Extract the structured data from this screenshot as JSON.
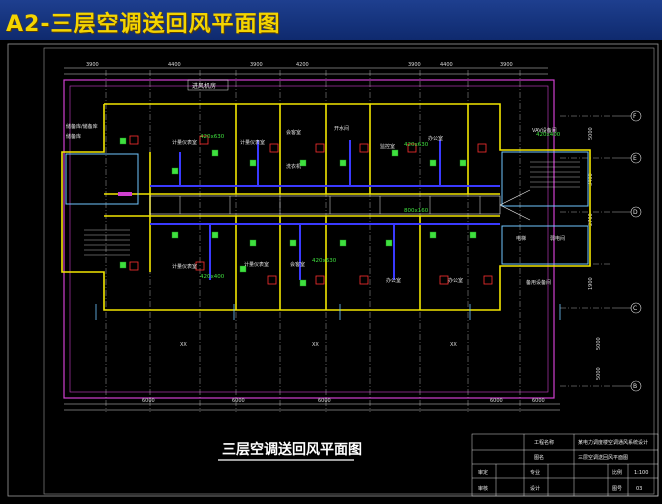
{
  "header": {
    "title": "A2-三层空调送回风平面图"
  },
  "drawing": {
    "caption": "三层空调送回风平面图",
    "room_labels": {
      "top_room": "进风机房",
      "left_1": "储备库/储备库",
      "left_2": "储备库",
      "room_a": "计量仪表室",
      "room_b": "计量仪表室",
      "room_c": "会客室",
      "room_d": "洗衣机",
      "room_e": "开水间",
      "room_f": "监控室",
      "room_g": "办公室",
      "room_h": "办公室",
      "room_i": "计量仪表室",
      "room_j": "计量仪表室",
      "room_k": "会客室",
      "room_l": "办公室",
      "room_m": "办公室",
      "room_n": "VAV设备间",
      "room_o": "电梯",
      "room_p": "弱电间",
      "room_q": "备用设备间"
    },
    "equipment_labels": [
      "420x630",
      "420x630",
      "420x400",
      "420x630",
      "800x160",
      "420x400"
    ],
    "top_dims": [
      "3900",
      "4400",
      "3900",
      "4200",
      "3900",
      "4400",
      "3900"
    ],
    "bottom_dims": [
      "6000",
      "6000",
      "6000",
      "6000",
      "6000"
    ],
    "right_axes": [
      "F",
      "E",
      "D",
      "C",
      "B"
    ],
    "side_dims_right": [
      "5000",
      "3400",
      "2700",
      "1900",
      "5000",
      "5000"
    ],
    "arrows_text": [
      "XX",
      "XX",
      "XX"
    ]
  },
  "title_block": {
    "project_label": "工程名称",
    "project_name": "某电力调度楼空调通风系统设计",
    "drawing_label": "图名",
    "drawing_name": "三层空调送回风平面图",
    "row3_left": "审定",
    "row3_mid": "专业",
    "row3_right_label": "比例",
    "row3_right_value": "1:100",
    "row4_left": "审核",
    "row4_mid": "设计",
    "row4_right_label": "图号",
    "row4_right_value": "03"
  },
  "colors": {
    "header_bg": "#1e3f8f",
    "header_text": "#f4d400",
    "wall": "#f2e600",
    "duct_blue": "#3a3aff",
    "diffuser_green": "#3fe03f",
    "border_magenta": "#d040d0",
    "grid_white": "#e0e0e0"
  }
}
